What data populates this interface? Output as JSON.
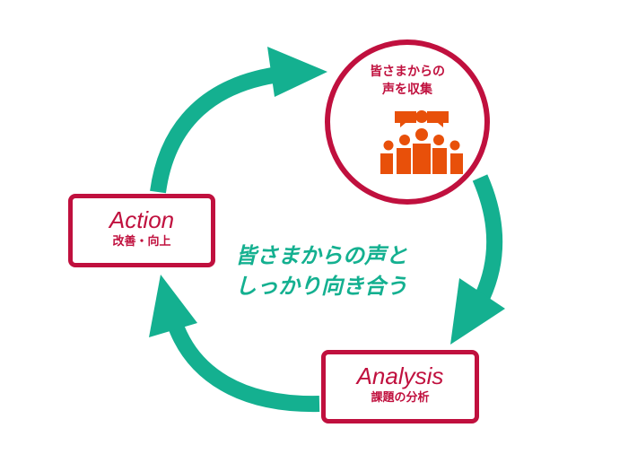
{
  "colors": {
    "accent_red": "#c0103e",
    "cycle_teal": "#14b090",
    "icon_orange": "#e8500a",
    "background": "#ffffff"
  },
  "voice": {
    "title_line1": "皆さまからの",
    "title_line2": "声を収集",
    "icon": "crowd-with-speech-bubbles-icon"
  },
  "action": {
    "title": "Action",
    "subtitle": "改善・向上"
  },
  "analysis": {
    "title": "Analysis",
    "subtitle": "課題の分析"
  },
  "center_message": {
    "line1": "皆さまからの声と",
    "line2": "しっかり向き合う"
  },
  "cycle_arrows": [
    "arrow-action-to-voice",
    "arrow-voice-to-analysis",
    "arrow-analysis-to-action"
  ]
}
